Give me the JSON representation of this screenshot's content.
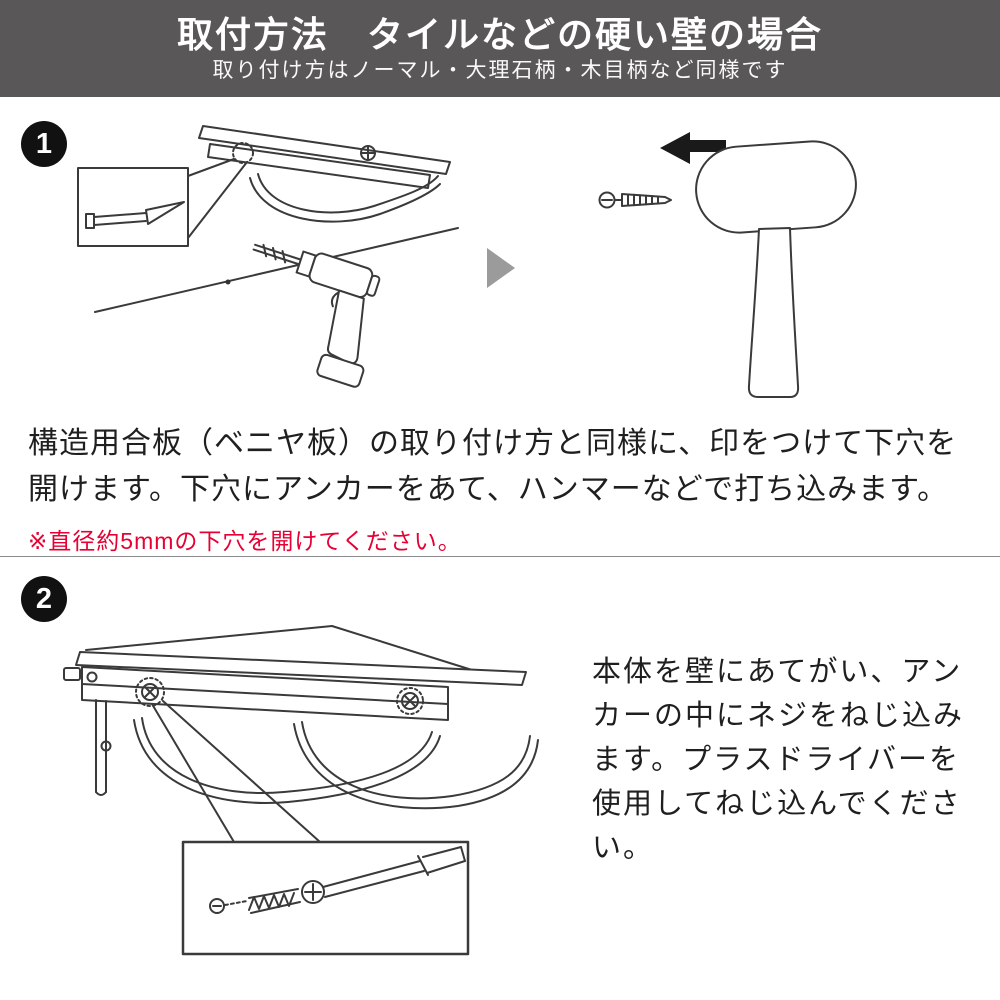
{
  "header": {
    "title": "取付方法　タイルなどの硬い壁の場合",
    "subtitle": "取り付け方はノーマル・大理石柄・木目柄など同様です",
    "background_color": "#595757",
    "text_color": "#ffffff"
  },
  "steps": [
    {
      "number": "1",
      "body_lines": [
        "構造用合板（ベニヤ板）の取り付け方と同様に、印をつけて下穴を",
        "開けます。下穴にアンカーをあて、ハンマーなどで打ち込みます。"
      ],
      "note": "※直径約5mmの下穴を開けてください。",
      "note_color": "#e60033",
      "illustrations": [
        "shelf-underside-with-pilot-hole-inset",
        "wall-line-with-power-drill",
        "next-step-arrow",
        "wall-anchor",
        "mallet-with-hammer-in-arrow"
      ]
    },
    {
      "number": "2",
      "body_lines": [
        "本体を壁にあてがい、アン",
        "カーの中にネジをねじ込み",
        "ます。プラスドライバーを",
        "使用してねじ込んでくださ",
        "い。"
      ],
      "illustrations": [
        "shelf-body-with-screw-positions",
        "screw-into-anchor-with-screwdriver-inset"
      ]
    }
  ]
}
